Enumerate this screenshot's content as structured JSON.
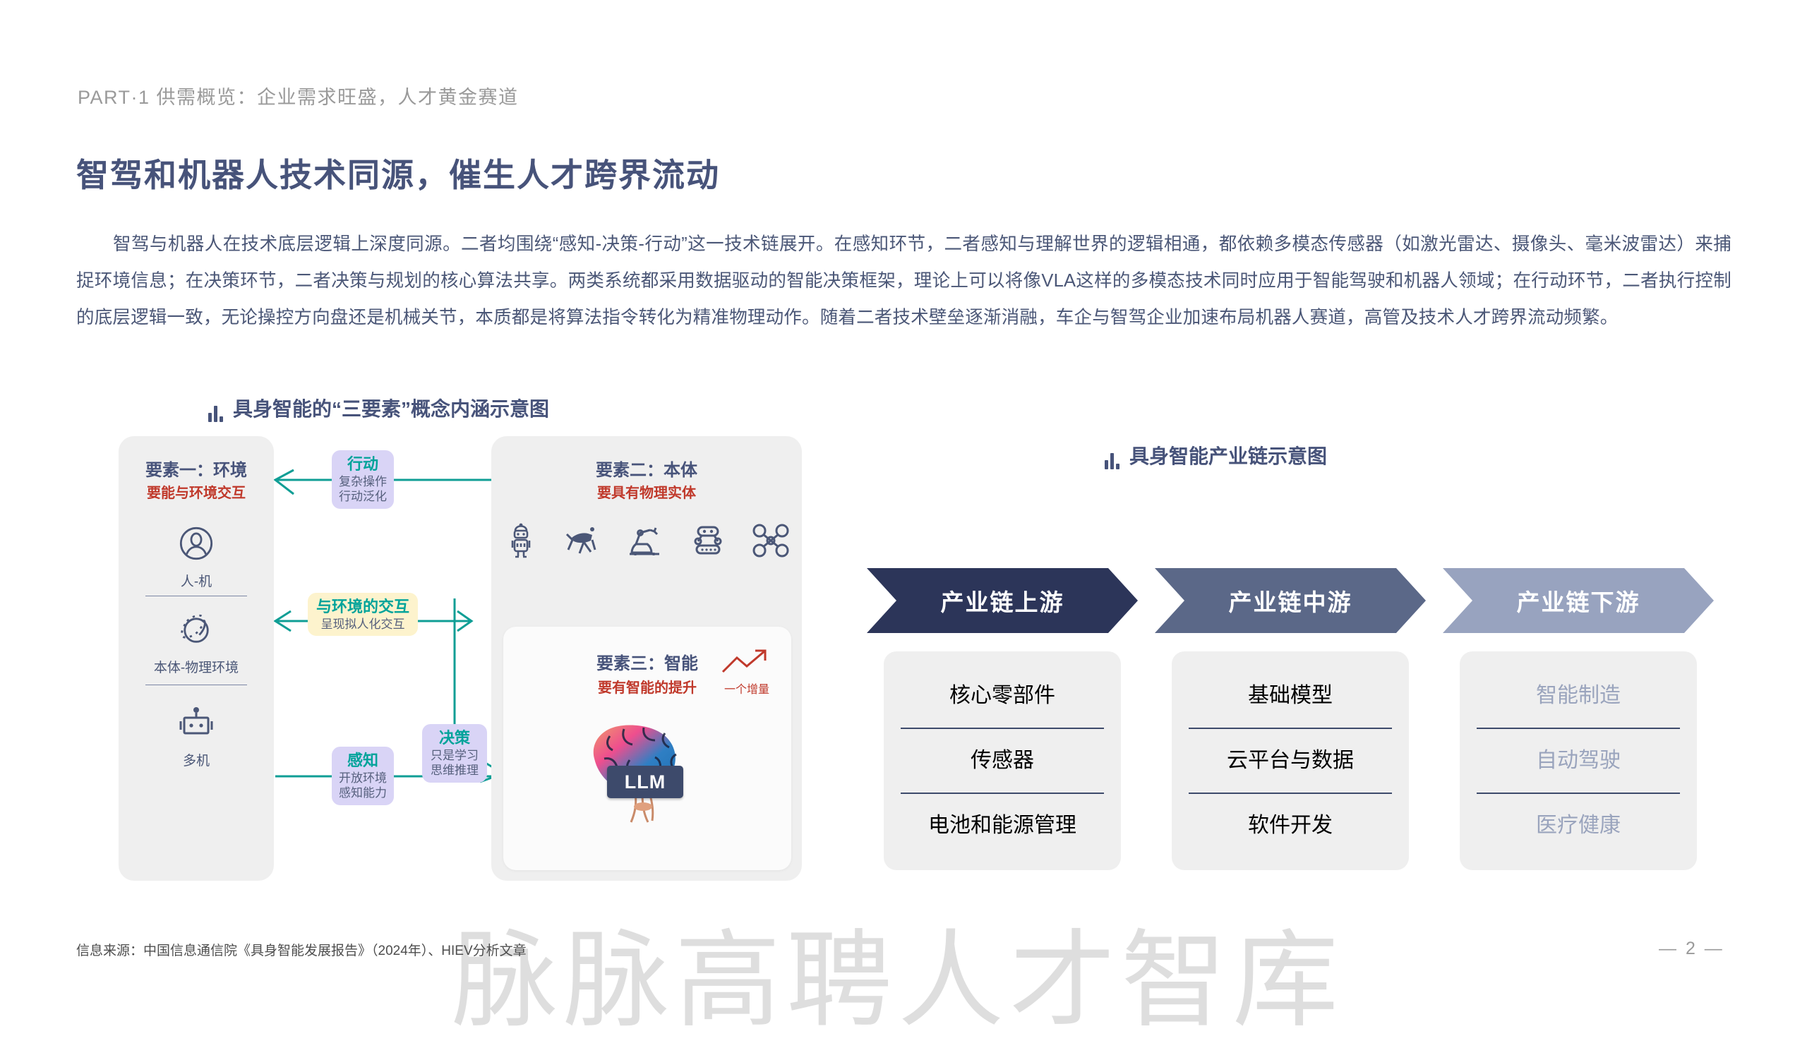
{
  "header": {
    "part_label": "PART·1  供需概览：企业需求旺盛，人才黄金赛道",
    "title": "智驾和机器人技术同源，催生人才跨界流动",
    "body": "智驾与机器人在技术底层逻辑上深度同源。二者均围绕“感知-决策-行动”这一技术链展开。在感知环节，二者感知与理解世界的逻辑相通，都依赖多模态传感器（如激光雷达、摄像头、毫米波雷达）来捕捉环境信息；在决策环节，二者决策与规划的核心算法共享。两类系统都采用数据驱动的智能决策框架，理论上可以将像VLA这样的多模态技术同时应用于智能驾驶和机器人领域；在行动环节，二者执行控制的底层逻辑一致，无论操控方向盘还是机械关节，本质都是将算法指令转化为精准物理动作。随着二者技术壁垒逐渐消融，车企与智驾企业加速布局机器人赛道，高管及技术人才跨界流动频繁。"
  },
  "left_chart": {
    "heading": "具身智能的“三要素”概念内涵示意图",
    "element_one": {
      "title": "要素一：环境",
      "subtitle": "要能与环境交互",
      "items": [
        {
          "icon": "person-icon",
          "label": "人-机"
        },
        {
          "icon": "planet-icon",
          "label": "本体-物理环境"
        },
        {
          "icon": "robot-head-icon",
          "label": "多机"
        }
      ]
    },
    "element_two": {
      "title": "要素二：本体",
      "subtitle": "要具有物理实体",
      "icons": [
        "humanoid-robot-icon",
        "quadruped-robot-icon",
        "robot-arm-icon",
        "tracked-robot-icon",
        "drone-icon"
      ]
    },
    "element_three": {
      "title": "要素三：智能",
      "subtitle": "要有智能的提升",
      "growth_label": "一个增量",
      "brain_chip_label": "LLM"
    },
    "flows": [
      {
        "name": "action",
        "title": "行动",
        "sub_line1": "复杂操作",
        "sub_line2": "行动泛化",
        "box_color": "#d9d4f6"
      },
      {
        "name": "interaction",
        "title": "与环境的交互",
        "sub_line1": "呈现拟人化交互",
        "sub_line2": "",
        "box_color": "#fdf3cd"
      },
      {
        "name": "perception",
        "title": "感知",
        "sub_line1": "开放环境",
        "sub_line2": "感知能力",
        "box_color": "#d9d4f6"
      },
      {
        "name": "decision",
        "title": "决策",
        "sub_line1": "只是学习",
        "sub_line2": "思维推理",
        "box_color": "#d9d4f6"
      }
    ]
  },
  "right_chart": {
    "heading": "具身智能产业链示意图",
    "stages": [
      {
        "label": "产业链上游",
        "color": "#2c3559",
        "items": [
          "核心零部件",
          "传感器",
          "电池和能源管理"
        ]
      },
      {
        "label": "产业链中游",
        "color": "#5b6888",
        "items": [
          "基础模型",
          "云平台与数据",
          "软件开发"
        ]
      },
      {
        "label": "产业链下游",
        "color": "#98a3bf",
        "items": [
          "智能制造",
          "自动驾驶",
          "医疗健康"
        ]
      }
    ]
  },
  "footer": {
    "source": "信息来源：中国信息通信院《具身智能发展报告》（2024年）、HIEV分析文章",
    "page_number": "— 2 —",
    "watermark": "脉脉高聘人才智库"
  },
  "colors": {
    "brand_blue": "#47537a",
    "accent_teal": "#00a39a",
    "accent_red": "#c0392b",
    "panel_gray": "#efefef"
  }
}
